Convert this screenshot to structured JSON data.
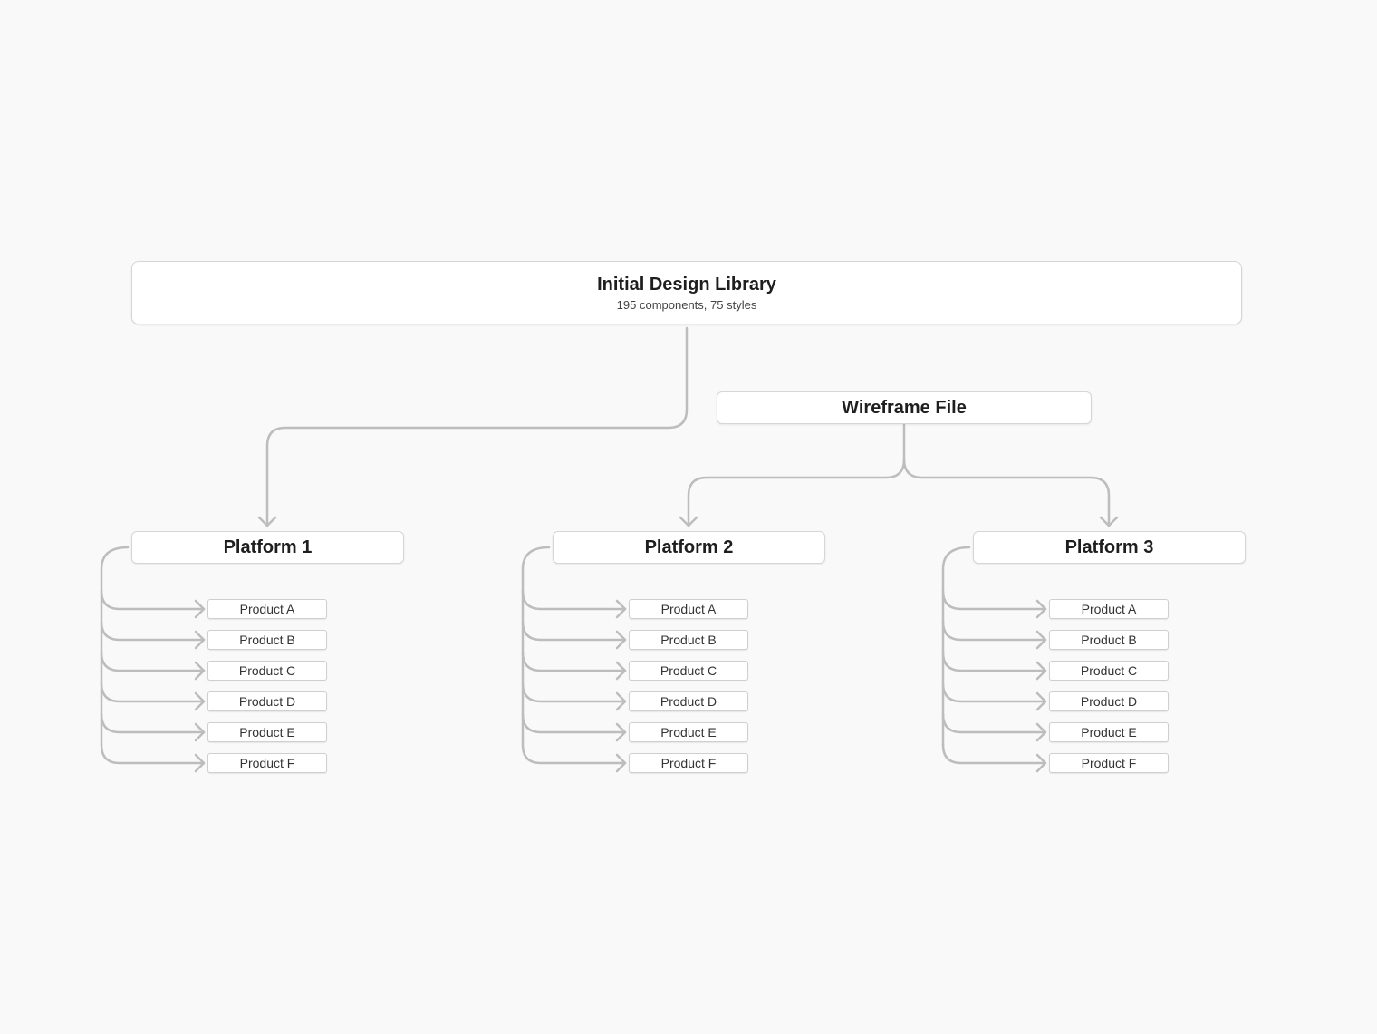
{
  "library": {
    "title": "Initial Design Library",
    "subtitle": "195 components, 75 styles"
  },
  "wireframe": {
    "title": "Wireframe File"
  },
  "platforms": [
    {
      "label": "Platform 1",
      "products": [
        "Product A",
        "Product B",
        "Product C",
        "Product D",
        "Product E",
        "Product F"
      ]
    },
    {
      "label": "Platform 2",
      "products": [
        "Product A",
        "Product B",
        "Product C",
        "Product D",
        "Product E",
        "Product F"
      ]
    },
    {
      "label": "Platform 3",
      "products": [
        "Product A",
        "Product B",
        "Product C",
        "Product D",
        "Product E",
        "Product F"
      ]
    }
  ],
  "colors": {
    "background": "#f9f9f9",
    "node_fill": "#ffffff",
    "node_border": "#d6d6d6",
    "connector": "#bdbdbd"
  }
}
